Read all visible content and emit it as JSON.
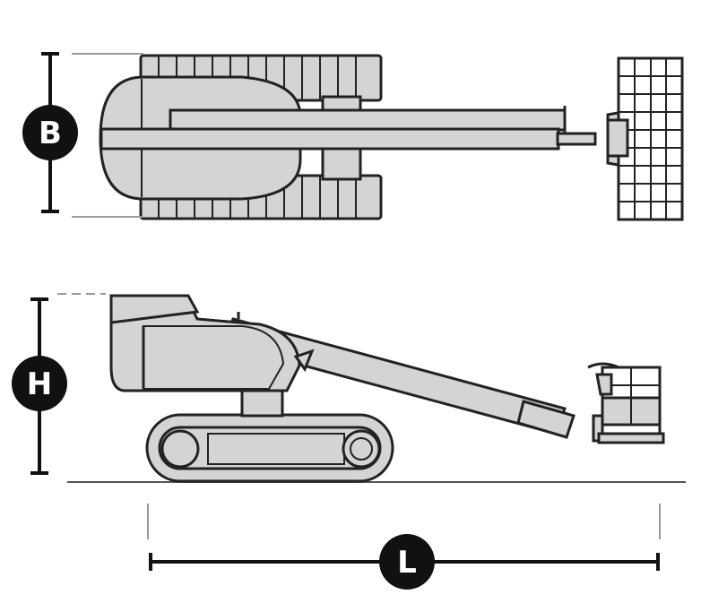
{
  "dimensions": [
    {
      "key": "width",
      "label": "B"
    },
    {
      "key": "height",
      "label": "H"
    },
    {
      "key": "length",
      "label": "L"
    }
  ],
  "colors": {
    "body": "#d4d4d4",
    "outline": "#222222",
    "dimension_line": "#111111",
    "label_bg": "#111111",
    "label_text": "#ffffff",
    "guide": "#9a9a9a"
  }
}
